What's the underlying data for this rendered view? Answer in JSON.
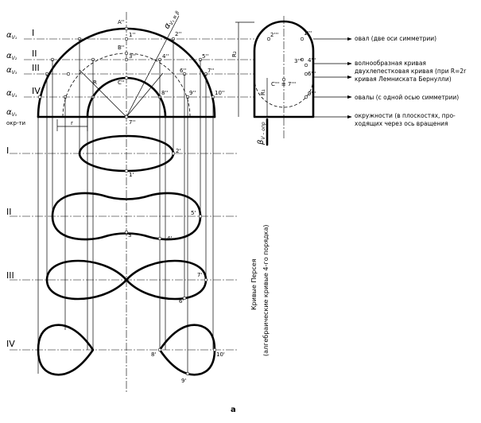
{
  "planes": {
    "p1": {
      "sym": "α",
      "sub": "V₁",
      "roman": "I"
    },
    "p2": {
      "sym": "α",
      "sub": "V₂",
      "roman": "II"
    },
    "p3": {
      "sym": "α",
      "sub": "V₃",
      "roman": "III"
    },
    "p4": {
      "sym": "α",
      "sub": "V₄",
      "roman": "IV"
    },
    "p5": {
      "sym": "α",
      "sub": "V₅",
      "extra": "окр-ти"
    },
    "axis_plane": {
      "sym": "α",
      "sub": "V₁ ≡ β"
    },
    "beta_plane": {
      "sym": "β",
      "sub": "V – опр"
    }
  },
  "front_points": {
    "a": "A''",
    "b": "B''",
    "c": "C''",
    "p1": "1''",
    "p2": "2''",
    "p3": "3''",
    "p4": "4''",
    "p5": "5''",
    "p6": "6''",
    "p7": "7''",
    "p8": "8''",
    "p9": "9''",
    "p10": "10''",
    "center": "7''"
  },
  "side_points": {
    "p1": "1'''",
    "p2": "2'''",
    "p3": "3'''",
    "p4": "4'''",
    "p6": "6'''",
    "p9": "9'''",
    "c7": "C''' ≡ 7'''"
  },
  "dims": {
    "r": "r",
    "R": "R",
    "R2": "R₂",
    "R1": "R₁"
  },
  "section_labels": {
    "s1_2": "2'",
    "s1_1": "1'",
    "s2_5": "5'",
    "s2_3": "3'",
    "s2_4": "4'",
    "s3_7": "7'",
    "s3_6": "6'",
    "s4_8": "8'",
    "s4_10": "10'",
    "s4_9": "9'"
  },
  "row_roman": {
    "r1": "I",
    "r2": "II",
    "r3": "III",
    "r4": "IV"
  },
  "annotations": {
    "oval": "овал (две оси симметрии)",
    "wave1": "волнообразная кривая",
    "lemn1": "двухлепестковая кривая (при R=2r",
    "lemn2": "кривая Лемниската Бернулли)",
    "ovals": "овалы (с одной осью симметрии)",
    "circ1": "окружности (в плоскостях, про-",
    "circ2": "ходящих через ось вращения"
  },
  "side_title": {
    "line1": "Кривые Персея",
    "line2": "(алгебраические кривые 4-го порядка)"
  },
  "caption": "a"
}
